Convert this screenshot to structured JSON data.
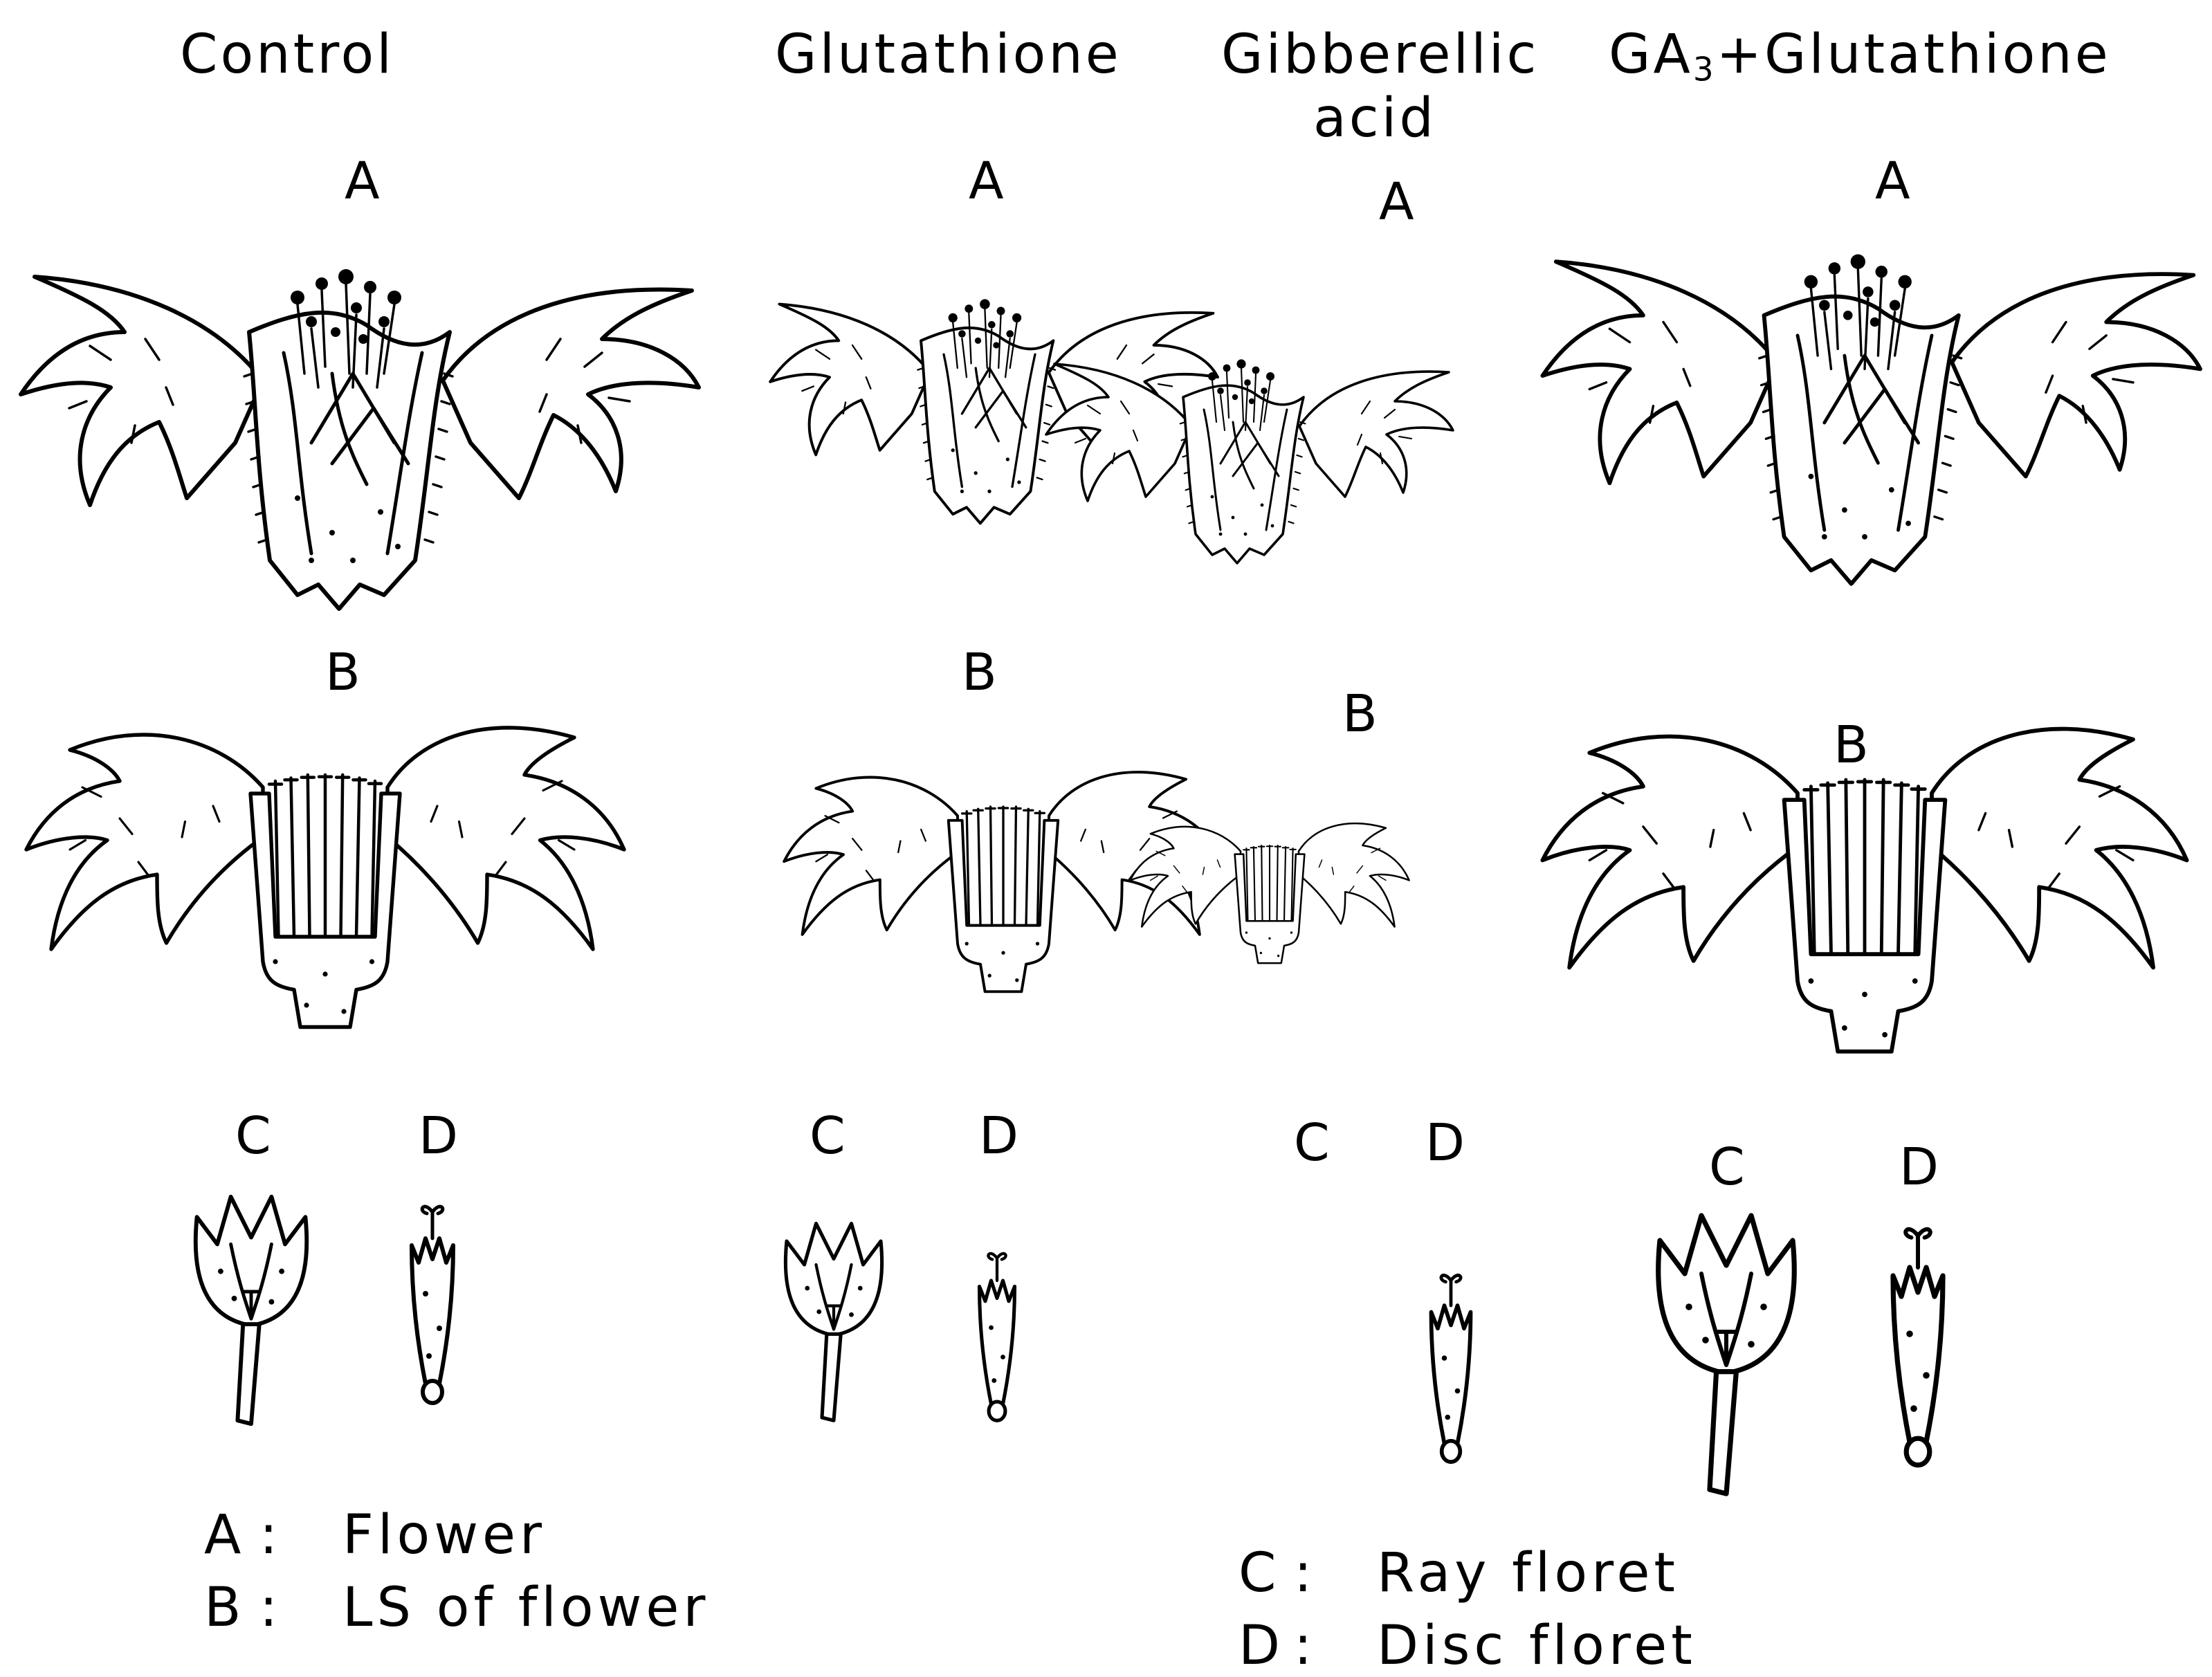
{
  "columns": [
    {
      "title": "Control",
      "panels": {
        "a": "A",
        "b": "B",
        "c": "C",
        "d": "D"
      }
    },
    {
      "title": "Glutathione",
      "panels": {
        "a": "A",
        "b": "B",
        "c": "C",
        "d": "D"
      }
    },
    {
      "title_line1": "Gibberellic",
      "title_line2": "acid",
      "panels": {
        "a": "A",
        "b": "B",
        "c": "C",
        "d": "D"
      }
    },
    {
      "title_pre": "GA",
      "title_sub": "3",
      "title_post": "+Glutathione",
      "panels": {
        "a": "A",
        "b": "B",
        "c": "C",
        "d": "D"
      }
    }
  ],
  "legend": [
    {
      "key": "A",
      "sep": ":",
      "text": "Flower"
    },
    {
      "key": "B",
      "sep": ":",
      "text": "LS of flower"
    },
    {
      "key": "C",
      "sep": ":",
      "text": "Ray floret"
    },
    {
      "key": "D",
      "sep": ":",
      "text": "Disc floret"
    }
  ],
  "icons": [
    "flower-drawing",
    "flower-section-drawing",
    "ray-floret-drawing",
    "disc-floret-drawing"
  ],
  "colors": {
    "ink": "#000000",
    "paper": "#ffffff"
  }
}
